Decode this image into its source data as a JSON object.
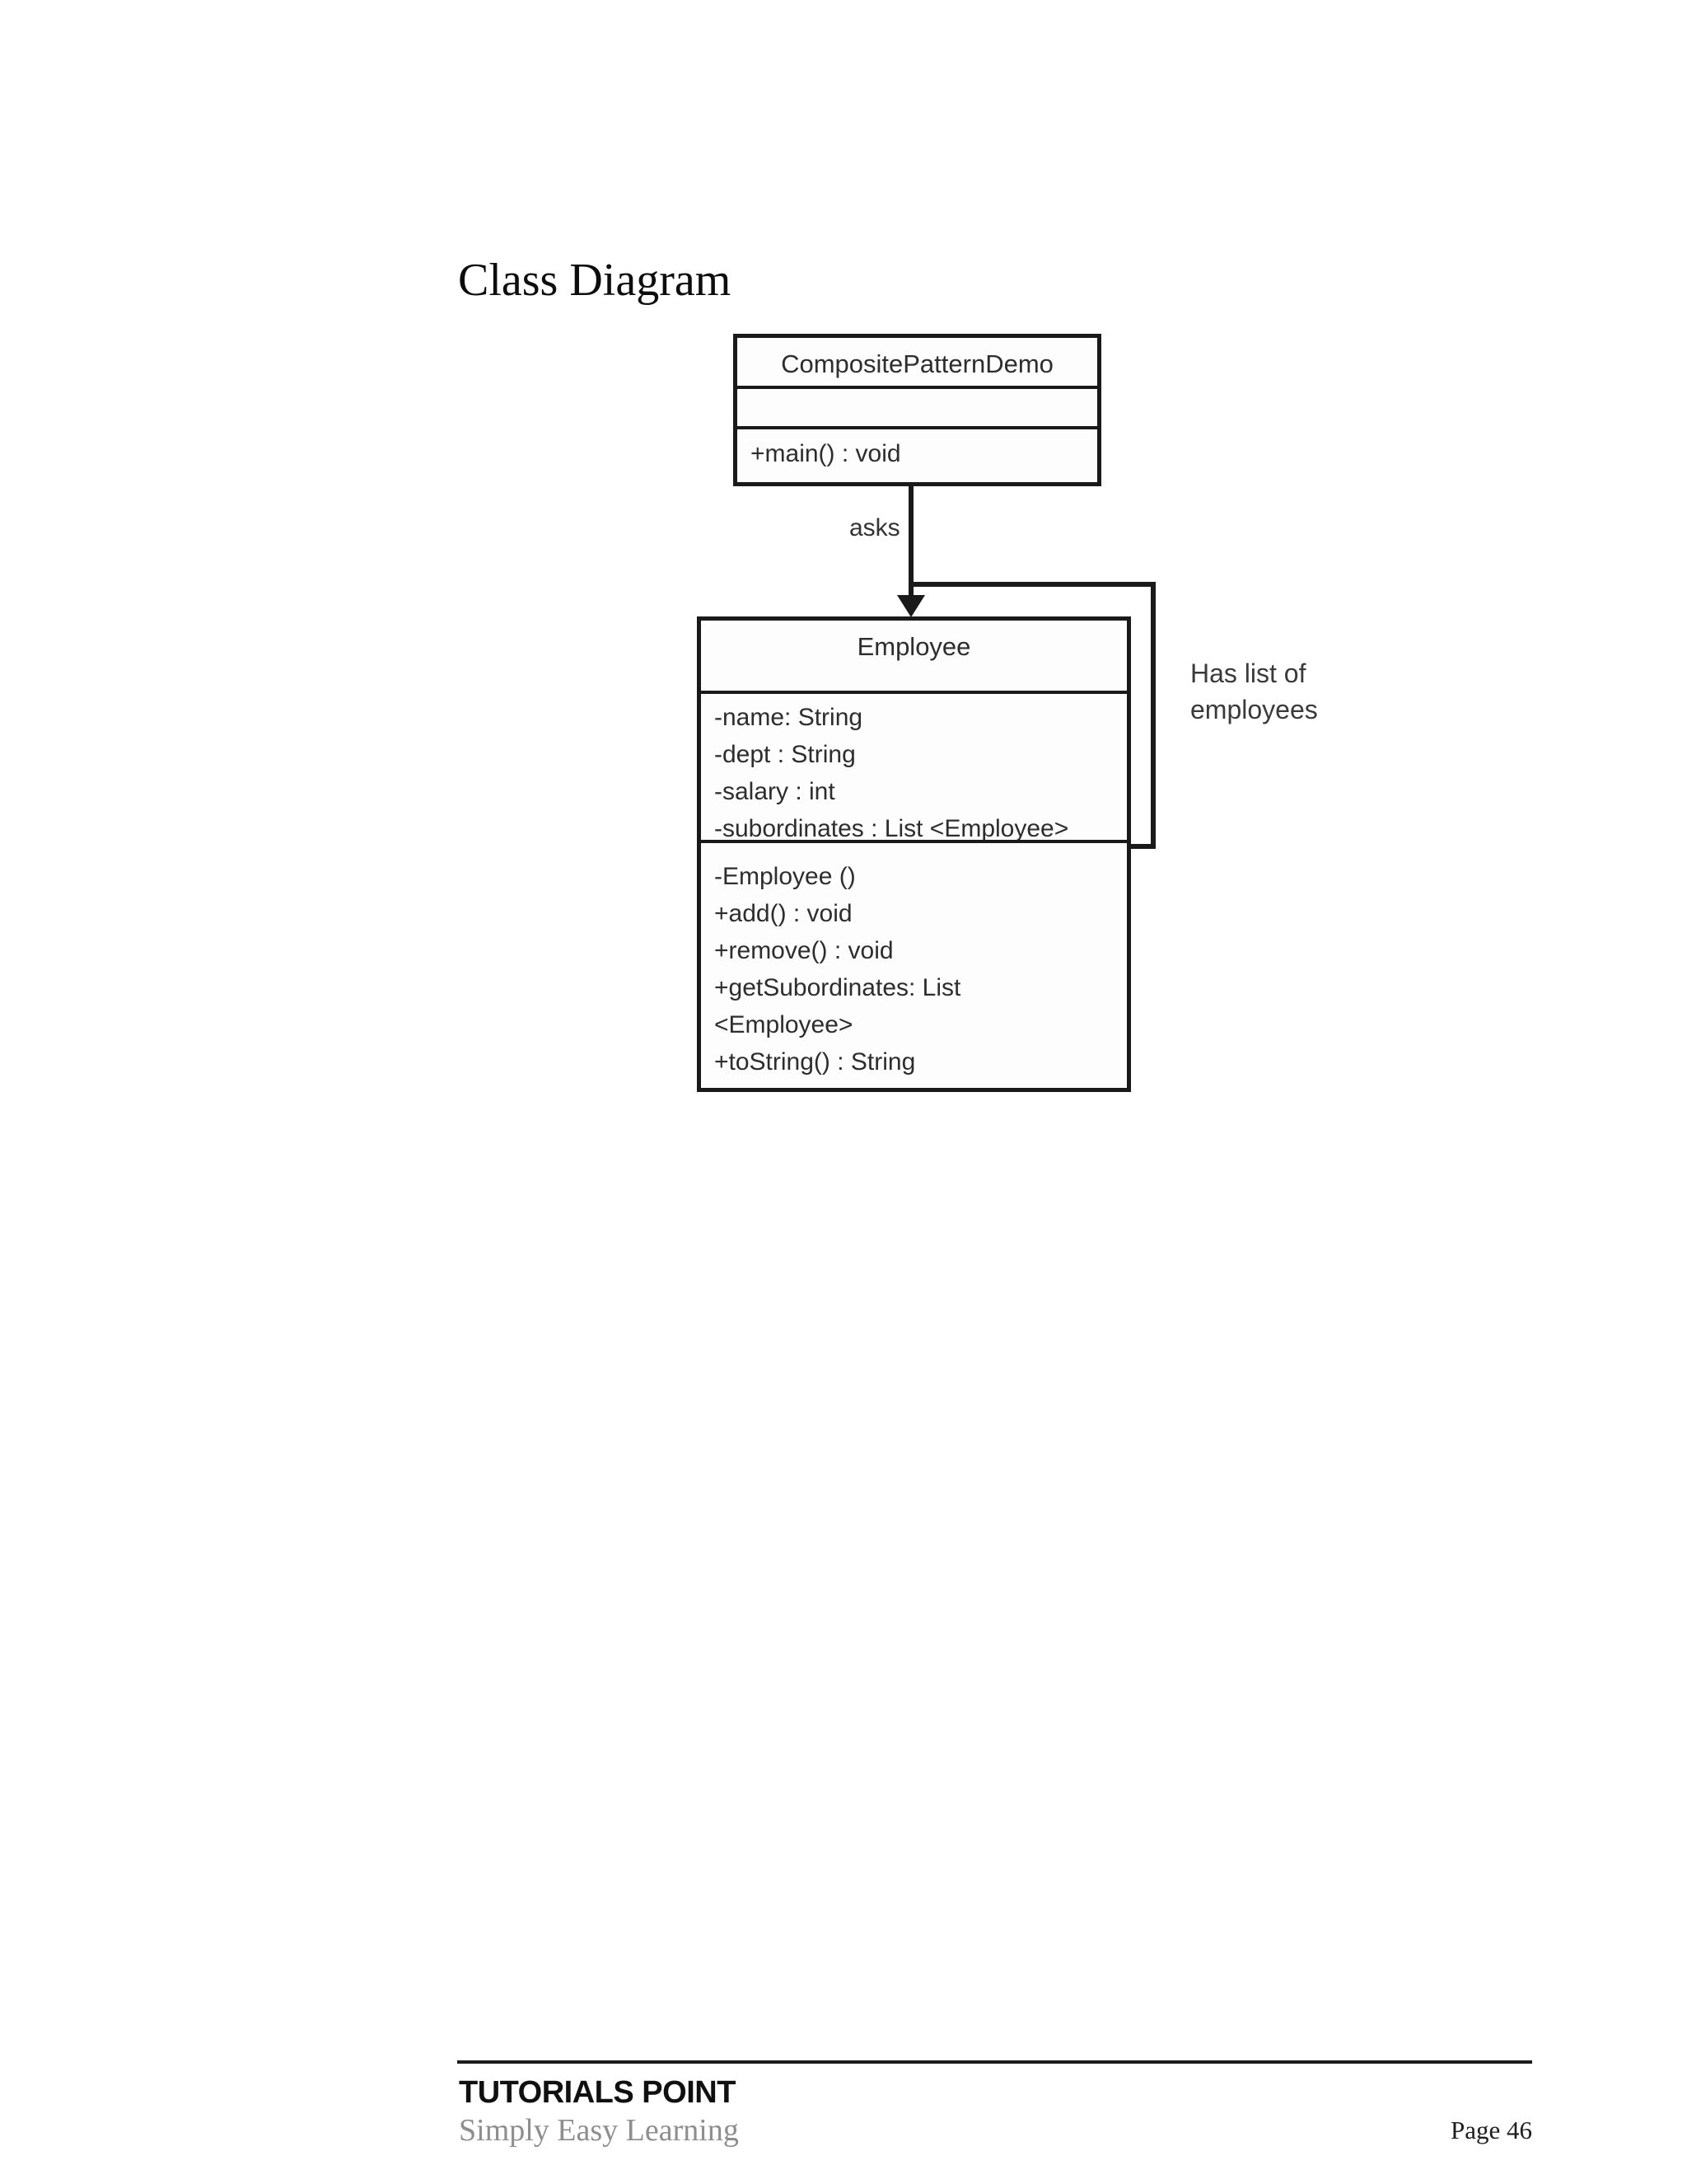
{
  "page": {
    "title": "Class Diagram",
    "footer": {
      "brand": "TUTORIALS POINT",
      "tagline": "Simply Easy Learning",
      "page_number": "Page 46"
    }
  },
  "diagram": {
    "type": "uml-class-diagram",
    "classes": [
      {
        "name": "CompositePatternDemo",
        "attributes": [],
        "methods": [
          "+main() : void"
        ]
      },
      {
        "name": "Employee",
        "attributes": [
          "-name: String",
          "-dept : String",
          "-salary : int",
          "-subordinates : List <Employee>"
        ],
        "methods": [
          "-Employee ()",
          "+add() : void",
          "+remove() : void",
          "+getSubordinates: List",
          "<Employee>",
          "+toString() : String"
        ]
      }
    ],
    "relations": [
      {
        "from": "CompositePatternDemo",
        "to": "Employee",
        "label": "asks",
        "kind": "directed-association"
      },
      {
        "from": "Employee",
        "to": "Employee",
        "label": "Has list of employees",
        "kind": "self-association"
      }
    ],
    "labels": {
      "association": "asks",
      "self_association": "Has list of employees"
    },
    "colors": {
      "line": "#1a1a1a",
      "text": "#2d2d2d",
      "background": "#ffffff"
    }
  }
}
